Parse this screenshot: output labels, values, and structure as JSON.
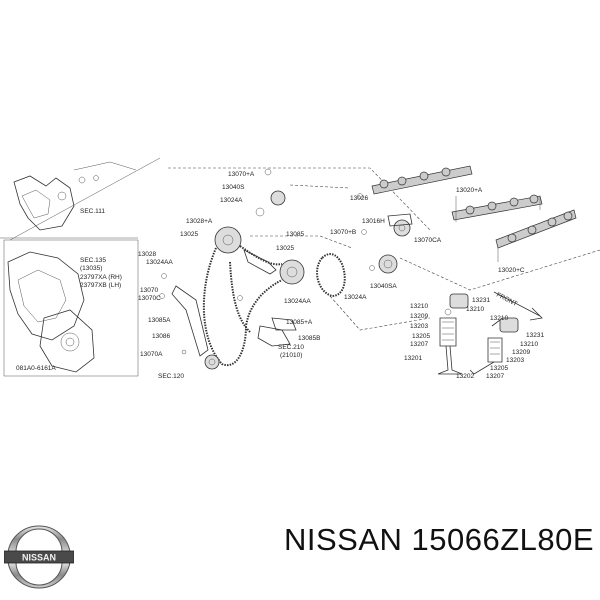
{
  "part_title": "NISSAN 15066ZL80E",
  "brand_logo_text": "NISSAN",
  "labels": {
    "sec111": "SEC.111",
    "sec135": "SEC.135",
    "sec135b": "(13035)",
    "rh": "23797XA (RH)",
    "lh": "23797XB (LH)",
    "bolt": "081A0-6161A",
    "l13070a_top": "13070+A",
    "l13040s": "13040S",
    "l13024a": "13024A",
    "l13028a": "13028+A",
    "l13025": "13025",
    "l13028": "13028",
    "l13024aa": "13024AA",
    "l13085": "13085",
    "l13025b": "13025",
    "l13070": "13070",
    "l13070c": "13070C",
    "l13085a": "13085A",
    "l13086": "13086",
    "l13070a": "13070A",
    "sec120": "SEC.120",
    "l13024aa2": "13024AA",
    "l13085a2": "13085+A",
    "l13085b": "13085B",
    "sec210": "SEC.210",
    "sec210b": "(21010)",
    "l13026": "13026",
    "l13016h": "13016H",
    "l13070b": "13070+B",
    "l13070ca": "13070CA",
    "l13020a": "13020+A",
    "l13020c": "13020+C",
    "l13024a3": "13024A",
    "l13040sa": "13040SA",
    "front": "FRONT",
    "l13231": "13231",
    "l13210": "13210",
    "l13210b": "13210",
    "l13209": "13209",
    "l13203": "13203",
    "l13205": "13205",
    "l13207": "13207",
    "l13201": "13201",
    "l13210r": "13210",
    "l13231r": "13231",
    "l13210r2": "13210",
    "l13209r": "13209",
    "l13203r": "13203",
    "l13205r": "13205",
    "l13207r": "13207",
    "l13202": "13202"
  }
}
